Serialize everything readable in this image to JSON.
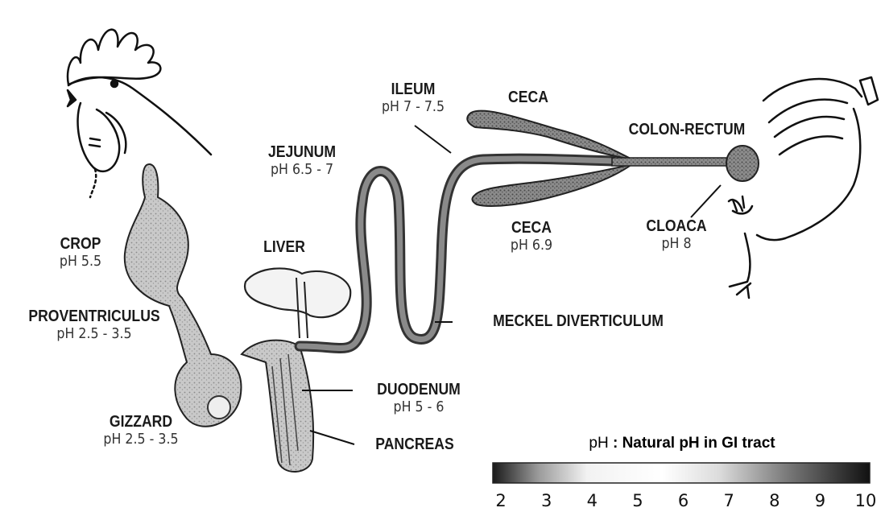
{
  "labels": {
    "crop": {
      "name": "CROP",
      "ph": "pH 5.5"
    },
    "proventriculus": {
      "name": "PROVENTRICULUS",
      "ph": "pH 2.5 - 3.5"
    },
    "gizzard": {
      "name": "GIZZARD",
      "ph": "pH 2.5 - 3.5"
    },
    "liver": {
      "name": "LIVER"
    },
    "jejunum": {
      "name": "JEJUNUM",
      "ph": "pH 6.5 - 7"
    },
    "ileum": {
      "name": "ILEUM",
      "ph": "pH 7 - 7.5"
    },
    "ceca_top": {
      "name": "CECA"
    },
    "colon_rectum": {
      "name": "COLON-RECTUM"
    },
    "ceca_bottom": {
      "name": "CECA",
      "ph": "pH 6.9"
    },
    "cloaca": {
      "name": "CLOACA",
      "ph": "pH 8"
    },
    "meckel": {
      "name": "MECKEL DIVERTICULUM"
    },
    "duodenum": {
      "name": "DUODENUM",
      "ph": "pH 5 - 6"
    },
    "pancreas": {
      "name": "PANCREAS"
    }
  },
  "legend": {
    "prefix": "pH",
    "title": ": Natural pH in GI tract",
    "ticks": [
      "2",
      "3",
      "4",
      "5",
      "6",
      "7",
      "8",
      "9",
      "10"
    ]
  }
}
